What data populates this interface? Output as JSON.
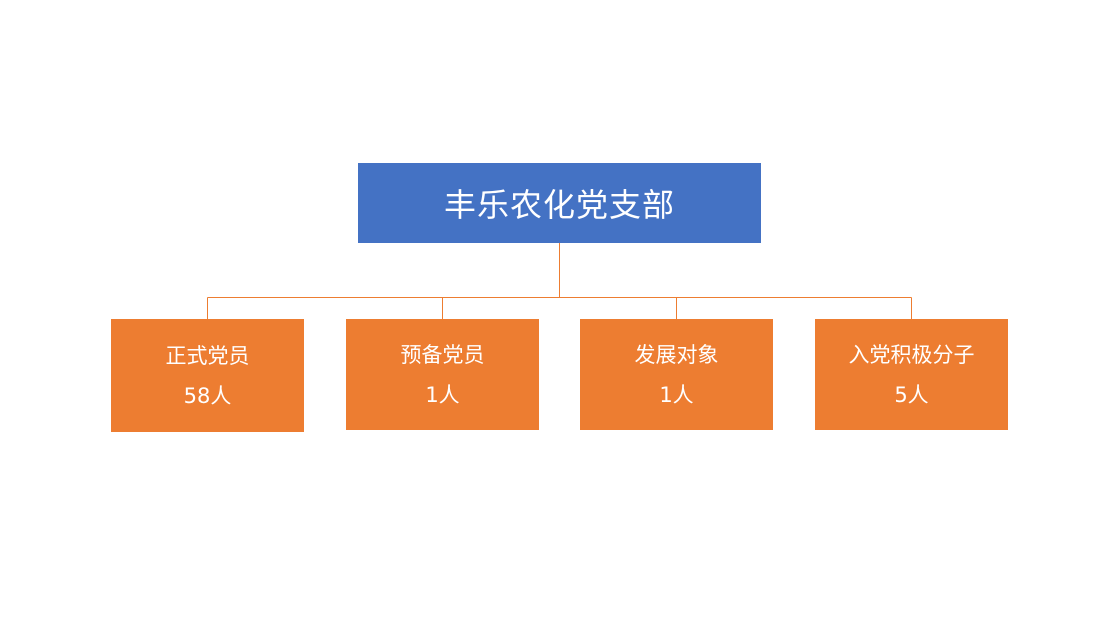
{
  "colors": {
    "root_fill": "#4472c4",
    "child_fill": "#ed7d31",
    "connector": "#ed7d31",
    "text": "#ffffff"
  },
  "root": {
    "label": "丰乐农化党支部"
  },
  "children": [
    {
      "label": "正式党员",
      "count": "58人"
    },
    {
      "label": "预备党员",
      "count": "1人"
    },
    {
      "label": "发展对象",
      "count": "1人"
    },
    {
      "label": "入党积极分子",
      "count": "5人"
    }
  ]
}
